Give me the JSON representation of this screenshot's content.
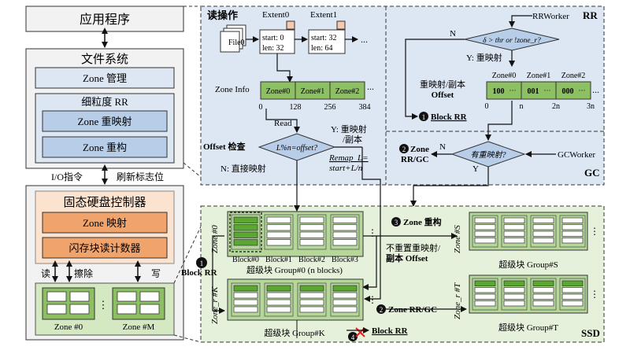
{
  "left": {
    "app": "应用程序",
    "fs": {
      "title": "文件系统",
      "zone_mgmt": "Zone 管理",
      "fine_rr": "细粒度 RR",
      "remap": "Zone 重映射",
      "rebuild": "Zone 重构"
    },
    "io_cmd": "I/O指令",
    "refresh": "刷新标志位",
    "ctrl": {
      "title": "固态硬盘控制器",
      "zone_map": "Zone 映射",
      "erase_counter": "闪存块读计数器"
    },
    "read": "读",
    "erase": "擦除",
    "write": "写",
    "zone0": "Zone #0",
    "zoneM": "Zone #M",
    "dots": "⋮"
  },
  "read_op": {
    "title": "读操作",
    "file0": "File0",
    "extent0": "Extent0",
    "extent1": "Extent1",
    "e0_start": "start: 0",
    "e0_len": "len: 32",
    "e1_start": "start: 32",
    "e1_len": "len: 64",
    "ellipsis": "...",
    "zone_info": "Zone Info",
    "zones": [
      "Zone#0",
      "Zone#1",
      "Zone#2"
    ],
    "ticks": [
      "0",
      "128",
      "256",
      "384"
    ],
    "read_label": "Read",
    "offset_check": "Offset 检查",
    "condition": "L%n=offset?",
    "yes_label": "Y: 重映射/副本",
    "yes_remap": "Y: 重映射",
    "yes_copy": "/副本",
    "no_label": "N: 直接映射",
    "remap_formula_1": "Remap_L=",
    "remap_formula_2": "start+L/n"
  },
  "rr": {
    "tag": "RR",
    "worker": "RRWorker",
    "condition": "δ > thr or !zone_r?",
    "no": "N",
    "yes": "Y: 重映射",
    "remap_copy": "重映射/副本",
    "offset": "Offset",
    "zones": [
      "Zone#0",
      "Zone#1",
      "Zone#2"
    ],
    "cells": [
      "100",
      "001",
      "000"
    ],
    "ticks": [
      "0",
      "n",
      "2n",
      "3n"
    ],
    "cell_dots": "···",
    "step1": "1",
    "block_rr": "Block RR",
    "ellipsis": "..."
  },
  "gc": {
    "tag": "GC",
    "worker": "GCWorker",
    "condition": "有重映射?",
    "no": "N",
    "yes": "Y",
    "step2": "2",
    "zone_rrgc_1": "Zone",
    "zone_rrgc_2": "RR/GC"
  },
  "ssd": {
    "tag": "SSD",
    "zone0_vert": "Zone #0",
    "zoner_k_vert": "Zone_r #K",
    "blocks": [
      "Block#0",
      "Block#1",
      "Block#2",
      "Block#3"
    ],
    "sb0": "超级块 Group#0 (n blocks)",
    "sbk": "超级块 Group#K",
    "step3": "3",
    "zone_rebuild": "Zone 重构",
    "no_reset_1": "不重置重映射/",
    "no_reset_2": "副本 Offset",
    "zone_s_vert": "Zone #S",
    "sbs": "超级块 Group#S",
    "zoner_t_vert": "Zone_r #T",
    "sbt": "超级块 Group#T",
    "step2": "2",
    "zone_rrgc": "Zone RR/GC",
    "step4": "4",
    "block_rr": "Block RR",
    "step1": "1",
    "block_rr_left": "Block RR",
    "dots": "⋮"
  }
}
